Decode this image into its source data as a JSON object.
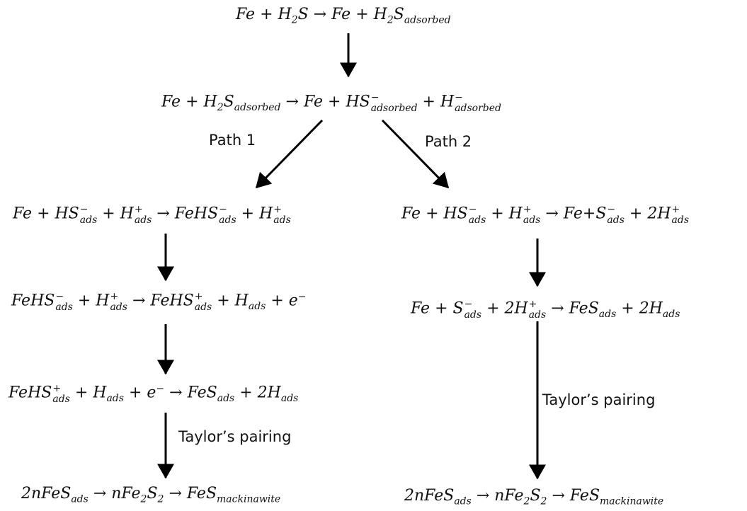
{
  "equations": {
    "top": "Fe + H₂S → Fe + H₂S(adsorbed)",
    "second": "Fe + H₂S(adsorbed) → Fe + HS⁻(adsorbed) + H⁻(adsorbed)",
    "path1_step1": "Fe + HS⁻(ads) + H⁺(ads) → FeHS⁻(ads) + H⁺(ads)",
    "path1_step2": "FeHS⁻(ads) + H⁺(ads) → FeHS⁺(ads) + H(ads) + e⁻",
    "path1_step3": "FeHS⁺(ads) + H(ads) + e⁻ → FeS(ads) + 2H(ads)",
    "path1_final": "2nFeS(ads) → nFe₂S₂ → FeS(mackinawite)",
    "path2_step1": "Fe + HS⁻(ads) + H⁺(ads) → Fe+S⁻(ads) + 2H⁺(ads)",
    "path2_step2": "Fe + S⁻(ads) + 2H⁺(ads) → FeS(ads) + 2H(ads)",
    "path2_final": "2nFeS(ads) → nFe₂S₂ → FeS(mackinawite)"
  },
  "labels": {
    "path1": "Path 1",
    "path2": "Path 2",
    "taylor_left": "Taylor’s pairing",
    "taylor_right": "Taylor’s pairing"
  },
  "colors": {
    "arrow": "#000000",
    "text": "#111111"
  }
}
